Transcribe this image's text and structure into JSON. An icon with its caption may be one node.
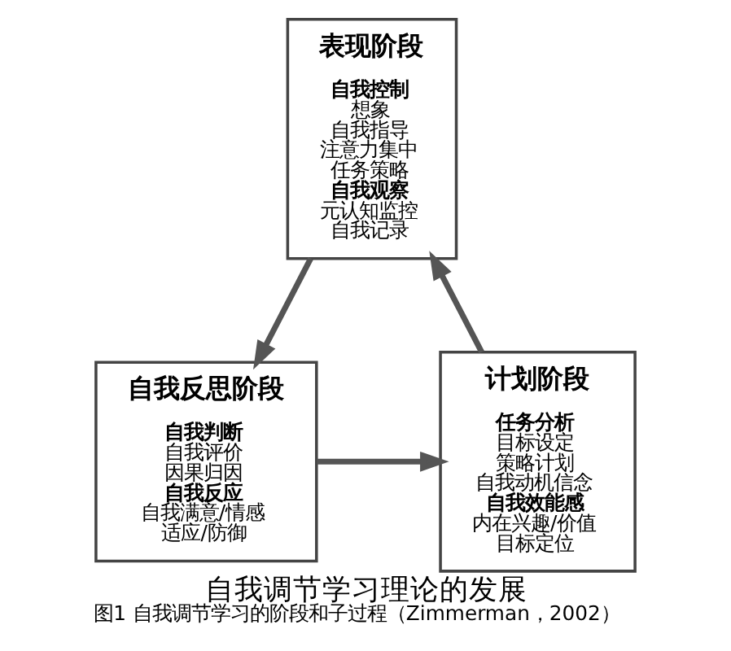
{
  "diagram": {
    "title": "自我调节学习理论的发展",
    "caption": "图1 自我调节学习的阶段和子过程（Zimmerman，2002）",
    "nodes": [
      {
        "text": [
          "表现阶段",
          "自我控制",
          "想象",
          "自我指导",
          "注意力集中",
          "任务策略",
          "自我观察",
          "元认知监控",
          "自我记录"
        ]
      },
      {
        "text": [
          "自我反思阶段",
          "自我判断",
          "自我评价",
          "因果归因",
          "自我反应",
          "自我满意/情感",
          "适应/防御"
        ]
      },
      {
        "text": [
          "计划阶段",
          "任务分析",
          "目标设定",
          "策略计划",
          "自我动机信念",
          "自我效能感",
          "内在兴趣/价值",
          "目标定位"
        ]
      }
    ],
    "edges": [
      {
        "from": 0,
        "to": 1,
        "arrow": "to"
      },
      {
        "from": 1,
        "to": 2,
        "arrow": "to"
      },
      {
        "from": 2,
        "to": 0,
        "arrow": "to"
      }
    ]
  }
}
